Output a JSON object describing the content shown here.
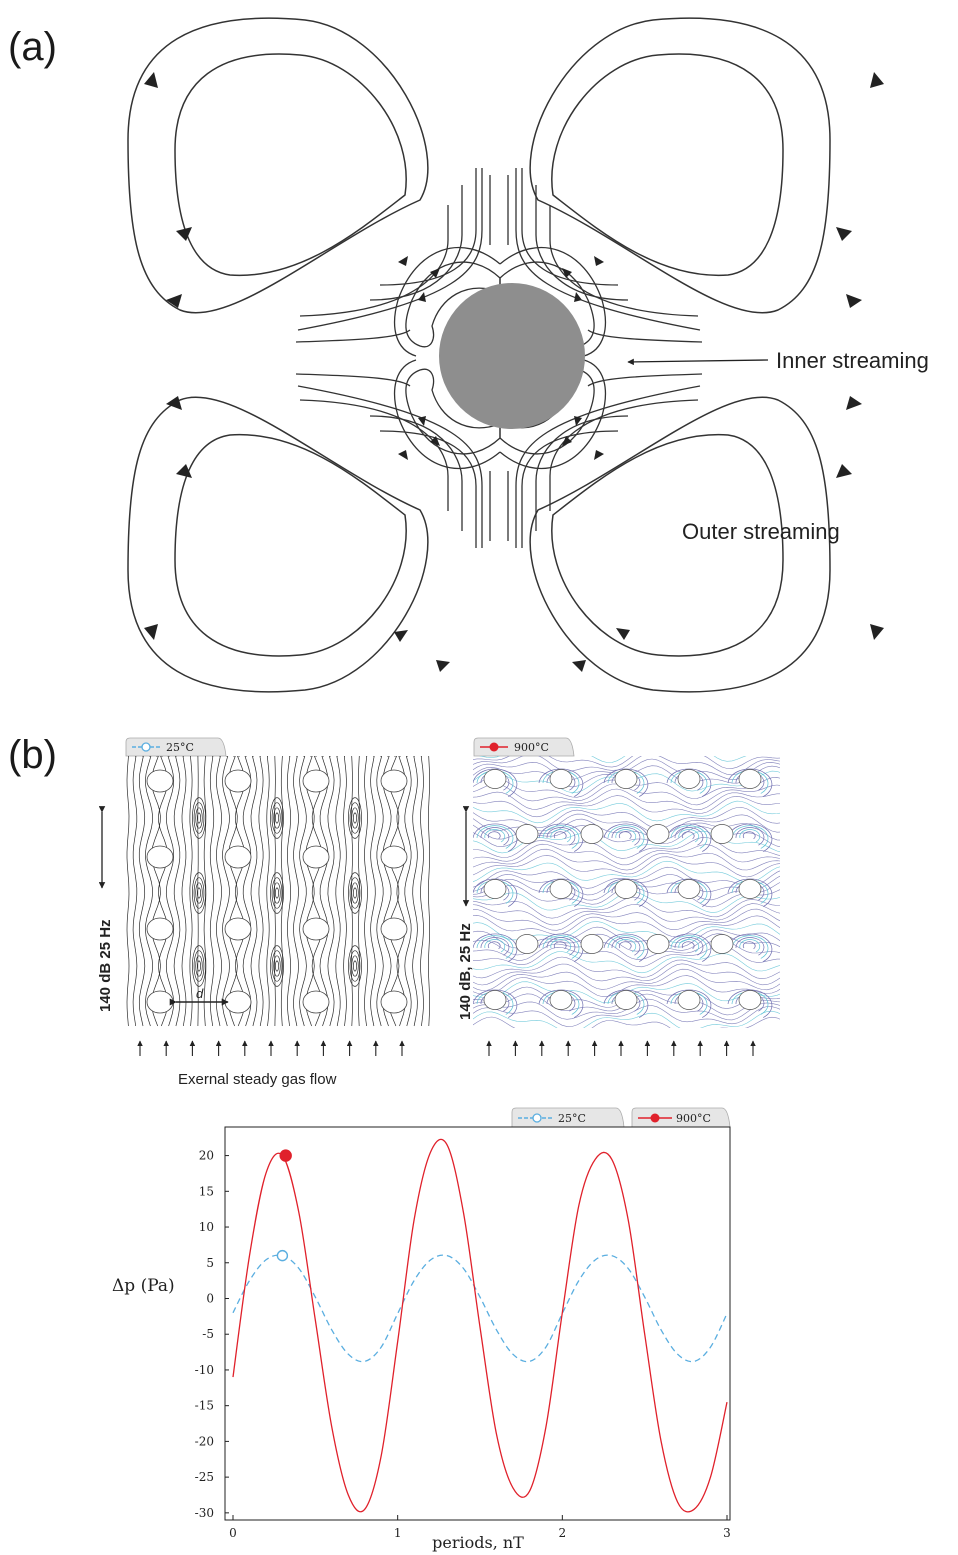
{
  "panel_a": {
    "label": "(a)",
    "inner_label": "Inner streaming",
    "outer_label": "Outer streaming"
  },
  "panel_b": {
    "label": "(b)",
    "left_legend": "25°C",
    "right_legend": "900°C",
    "left_side_label": "140 dB 25 Hz",
    "right_side_label": "140 dB, 25 Hz",
    "spacing_label": "d",
    "flow_caption": "Exernal steady gas flow"
  },
  "colors": {
    "cold": "#5aaee0",
    "hot": "#e0212b",
    "cylinder": "#8e8e8e",
    "hot_streamline": "#6e6eb0",
    "hot_streamline_accent": "#5fc3d6"
  },
  "chart_data": {
    "type": "line",
    "xlabel": "periods, nT",
    "ylabel": "Δp (Pa)",
    "xlim": [
      0,
      3
    ],
    "ylim": [
      -31,
      24
    ],
    "x_ticks": [
      "0",
      "1",
      "2",
      "3"
    ],
    "y_ticks": [
      "20",
      "15",
      "10",
      "5",
      "0",
      "-5",
      "-10",
      "-15",
      "-20",
      "-25",
      "-30"
    ],
    "grid": false,
    "legend_position": "top-right",
    "series": [
      {
        "name": "25°C",
        "style": "dashed",
        "marker": "open circle",
        "x": [
          0,
          0.1,
          0.2,
          0.3,
          0.4,
          0.5,
          0.6,
          0.7,
          0.8,
          0.9,
          1.0,
          1.1,
          1.2,
          1.3,
          1.4,
          1.5,
          1.6,
          1.7,
          1.8,
          1.9,
          2.0,
          2.1,
          2.2,
          2.3,
          2.4,
          2.5,
          2.6,
          2.7,
          2.8,
          2.9,
          3.0
        ],
        "values": [
          -2,
          2.5,
          5.4,
          6.0,
          4.2,
          0.2,
          -4.4,
          -7.8,
          -8.8,
          -6.8,
          -2.1,
          2.5,
          5.4,
          6.0,
          4.2,
          0.2,
          -4.4,
          -7.8,
          -8.8,
          -6.8,
          -2.1,
          2.5,
          5.4,
          6.0,
          4.2,
          0.2,
          -4.4,
          -7.8,
          -8.8,
          -6.8,
          -2.1
        ]
      },
      {
        "name": "900°C",
        "style": "solid",
        "marker": "filled circle",
        "x": [
          0,
          0.1,
          0.2,
          0.3,
          0.4,
          0.5,
          0.6,
          0.7,
          0.8,
          0.9,
          1.0,
          1.1,
          1.2,
          1.3,
          1.4,
          1.5,
          1.6,
          1.7,
          1.8,
          1.9,
          2.0,
          2.1,
          2.2,
          2.3,
          2.4,
          2.5,
          2.6,
          2.7,
          2.8,
          2.9,
          3.0
        ],
        "values": [
          -11,
          6,
          17.5,
          20,
          12,
          -3,
          -18,
          -27.5,
          -29.5,
          -22,
          -6,
          11,
          20.5,
          21.5,
          12,
          -4,
          -19,
          -26.5,
          -27,
          -18,
          -2,
          13,
          19.5,
          19.5,
          11,
          -5,
          -20,
          -28.5,
          -29.5,
          -25,
          -14.5
        ]
      }
    ],
    "marker_points": [
      {
        "series": "25°C",
        "x": 0.3,
        "y": 6.0
      },
      {
        "series": "900°C",
        "x": 0.32,
        "y": 20.0
      }
    ]
  }
}
